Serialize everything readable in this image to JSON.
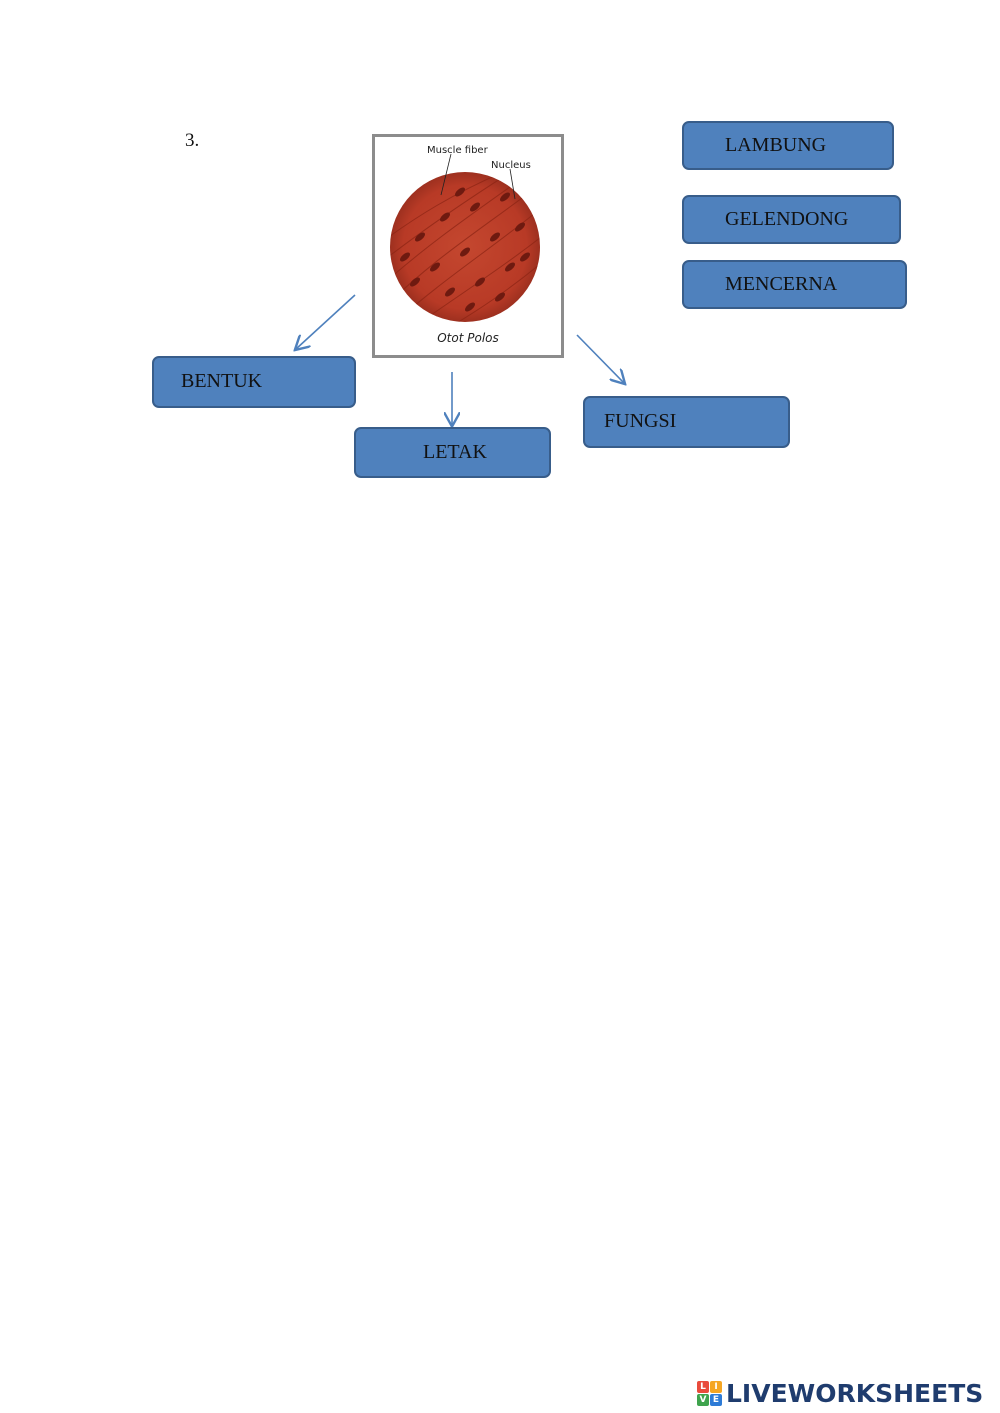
{
  "question": {
    "number": "3."
  },
  "figure": {
    "label_fiber": "Muscle fiber",
    "label_nucleus": "Nucleus",
    "caption": "Otot Polos"
  },
  "targets": {
    "bentuk": "BENTUK",
    "letak": "LETAK",
    "fungsi": "FUNGSI"
  },
  "options": [
    "LAMBUNG",
    "GELENDONG",
    "MENCERNA"
  ],
  "colors": {
    "box_fill": "#4f81bd",
    "box_border": "#385d8a",
    "arrow": "#4f81bd"
  },
  "footer": {
    "brand": "LIVEWORKSHEETS",
    "mark": [
      "L",
      "I",
      "V",
      "E"
    ]
  }
}
